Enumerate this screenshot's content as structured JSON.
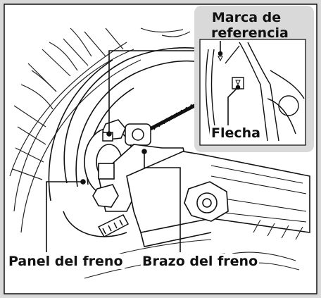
{
  "labels": {
    "marca_line1": "Marca de",
    "marca_line2": "referencia",
    "flecha": "Flecha",
    "panel": "Panel del freno",
    "brazo": "Brazo del freno"
  },
  "colors": {
    "frame_fill": "#d9d9d9",
    "line": "#111111",
    "inset_fill": "#ffffff"
  }
}
